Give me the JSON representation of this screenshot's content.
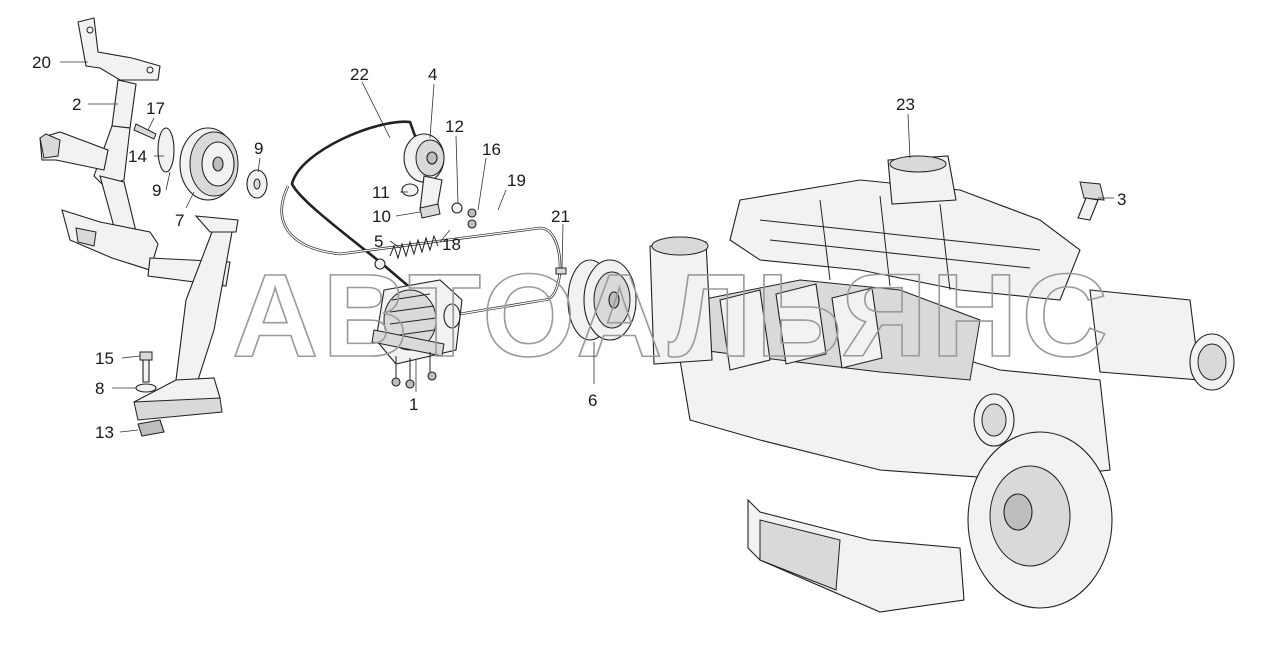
{
  "watermark": "АВТОАЛЬЯНС",
  "callouts": [
    {
      "id": "20",
      "label": "20"
    },
    {
      "id": "2",
      "label": "2"
    },
    {
      "id": "17",
      "label": "17"
    },
    {
      "id": "14",
      "label": "14"
    },
    {
      "id": "9a",
      "label": "9"
    },
    {
      "id": "7",
      "label": "7"
    },
    {
      "id": "9b",
      "label": "9"
    },
    {
      "id": "22",
      "label": "22"
    },
    {
      "id": "4",
      "label": "4"
    },
    {
      "id": "12",
      "label": "12"
    },
    {
      "id": "16",
      "label": "16"
    },
    {
      "id": "19",
      "label": "19"
    },
    {
      "id": "11",
      "label": "11"
    },
    {
      "id": "10",
      "label": "10"
    },
    {
      "id": "5",
      "label": "5"
    },
    {
      "id": "18",
      "label": "18"
    },
    {
      "id": "21",
      "label": "21"
    },
    {
      "id": "1",
      "label": "1"
    },
    {
      "id": "6",
      "label": "6"
    },
    {
      "id": "15",
      "label": "15"
    },
    {
      "id": "8",
      "label": "8"
    },
    {
      "id": "13",
      "label": "13"
    },
    {
      "id": "23",
      "label": "23"
    },
    {
      "id": "3",
      "label": "3"
    }
  ]
}
